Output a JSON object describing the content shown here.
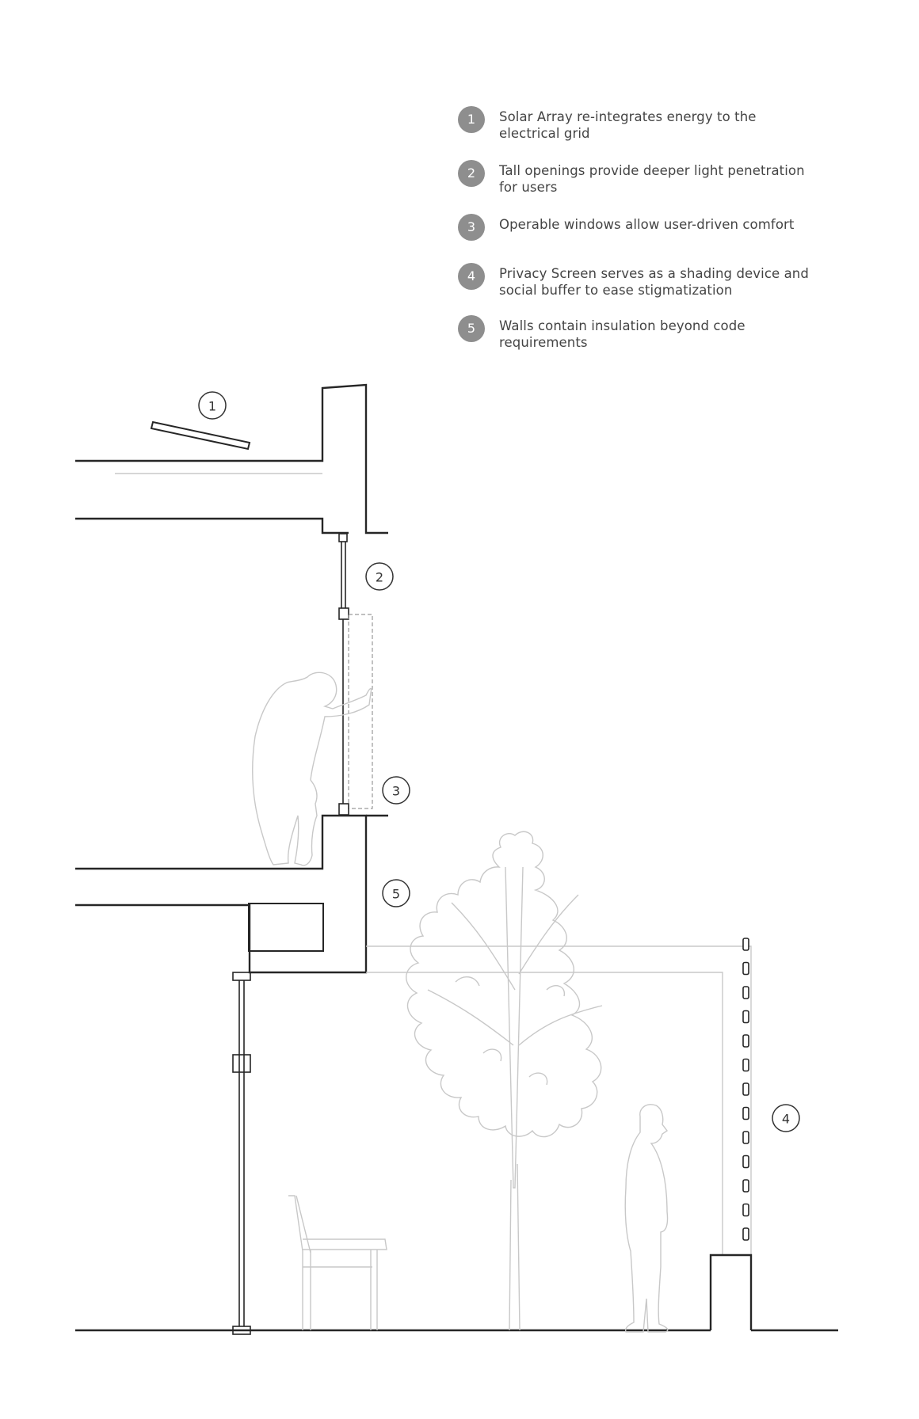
{
  "legend": [
    {
      "number": "1",
      "text": "Solar Array re-integrates energy to the electrical grid"
    },
    {
      "number": "2",
      "text": "Tall openings provide deeper light penetration for users"
    },
    {
      "number": "3",
      "text": "Operable windows allow user-driven comfort"
    },
    {
      "number": "4",
      "text": "Privacy Screen serves as a shading device and social buffer to ease stigmatization"
    },
    {
      "number": "5",
      "text": "Walls contain insulation beyond code requirements"
    }
  ],
  "callouts": [
    "1",
    "2",
    "3",
    "4",
    "5"
  ],
  "colors": {
    "linework": "#262626",
    "ghost": "#c8c8c8",
    "badge": "#8e8e8e"
  }
}
